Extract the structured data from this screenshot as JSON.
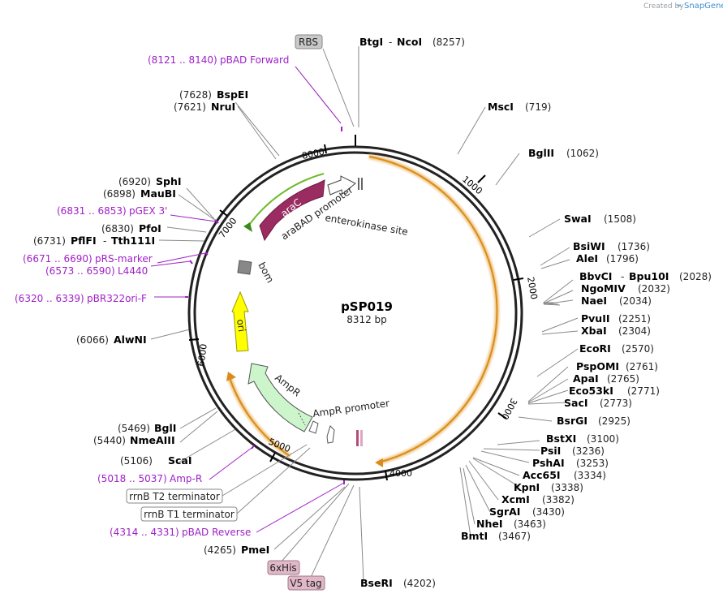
{
  "credit": {
    "created_by": "Created by",
    "brand": "SnapGene"
  },
  "plasmid": {
    "name": "pSP019",
    "size": "8312 bp"
  },
  "ruler": [
    "1000",
    "2000",
    "3000",
    "4000",
    "5000",
    "6000",
    "7000",
    "8000"
  ],
  "sites": {
    "btgi_ncoi": {
      "n1": "BtgI",
      "dash": "-",
      "n2": "NcoI",
      "pos": "(8257)"
    },
    "msci": {
      "name": "MscI",
      "pos": "(719)"
    },
    "bglii": {
      "name": "BglII",
      "pos": "(1062)"
    },
    "swai": {
      "name": "SwaI",
      "pos": "(1508)"
    },
    "bsiwi": {
      "name": "BsiWI",
      "pos": "(1736)"
    },
    "alei": {
      "name": "AleI",
      "pos": "(1796)"
    },
    "bbvci": {
      "n1": "BbvCI",
      "dash": "-",
      "n2": "Bpu10I",
      "pos": "(2028)"
    },
    "ngomiv": {
      "name": "NgoMIV",
      "pos": "(2032)"
    },
    "naei": {
      "name": "NaeI",
      "pos": "(2034)"
    },
    "pvuii": {
      "name": "PvuII",
      "pos": "(2251)"
    },
    "xbai": {
      "name": "XbaI",
      "pos": "(2304)"
    },
    "ecori": {
      "name": "EcoRI",
      "pos": "(2570)"
    },
    "pspomi": {
      "name": "PspOMI",
      "pos": "(2761)"
    },
    "apai": {
      "name": "ApaI",
      "pos": "(2765)"
    },
    "eco53ki": {
      "name": "Eco53kI",
      "pos": "(2771)"
    },
    "saci": {
      "name": "SacI",
      "pos": "(2773)"
    },
    "bsrgi": {
      "name": "BsrGI",
      "pos": "(2925)"
    },
    "bstxi": {
      "name": "BstXI",
      "pos": "(3100)"
    },
    "psii": {
      "name": "PsiI",
      "pos": "(3236)"
    },
    "pshai": {
      "name": "PshAI",
      "pos": "(3253)"
    },
    "acc65i": {
      "name": "Acc65I",
      "pos": "(3334)"
    },
    "kpni": {
      "name": "KpnI",
      "pos": "(3338)"
    },
    "xcmi": {
      "name": "XcmI",
      "pos": "(3382)"
    },
    "sgrai": {
      "name": "SgrAI",
      "pos": "(3430)"
    },
    "nhei": {
      "name": "NheI",
      "pos": "(3463)"
    },
    "bmti": {
      "name": "BmtI",
      "pos": "(3467)"
    },
    "bseri": {
      "name": "BseRI",
      "pos": "(4202)"
    },
    "pmei": {
      "name": "PmeI",
      "pos": "(4265)"
    },
    "scai": {
      "name": "ScaI",
      "pos": "(5106)"
    },
    "nmeaiii": {
      "name": "NmeAIII",
      "pos": "(5440)"
    },
    "bgli": {
      "name": "BglI",
      "pos": "(5469)"
    },
    "alwni": {
      "name": "AlwNI",
      "pos": "(6066)"
    },
    "pflfi": {
      "n1": "PflFI",
      "dash": "-",
      "n2": "Tth111I",
      "pos": "(6731)"
    },
    "pfoi": {
      "name": "PfoI",
      "pos": "(6830)"
    },
    "maubi": {
      "name": "MauBI",
      "pos": "(6898)"
    },
    "sphi": {
      "name": "SphI",
      "pos": "(6920)"
    },
    "nrui": {
      "name": "NruI",
      "pos": "(7621)"
    },
    "bspei": {
      "name": "BspEI",
      "pos": "(7628)"
    }
  },
  "primers": {
    "pbad_forward": {
      "name": "pBAD Forward",
      "range": "(8121 .. 8140)"
    },
    "pgex3": {
      "name": "pGEX 3'",
      "range": "(6831 .. 6853)"
    },
    "prs_marker": {
      "name": "pRS-marker",
      "range": "(6671 .. 6690)"
    },
    "l4440": {
      "name": "L4440",
      "range": "(6573 .. 6590)"
    },
    "pbr322ori": {
      "name": "pBR322ori-F",
      "range": "(6320 .. 6339)"
    },
    "amp_r": {
      "name": "Amp-R",
      "range": "(5018 .. 5037)"
    },
    "pbad_reverse": {
      "name": "pBAD Reverse",
      "range": "(4314 .. 4331)"
    }
  },
  "boxes": {
    "rbs": "RBS",
    "rrnb_t2": "rrnB T2 terminator",
    "rrnb_t1": "rrnB T1 terminator",
    "his6": "6xHis",
    "v5": "V5 tag"
  },
  "features": {
    "arac": "araC",
    "arabad_promoter": "araBAD promoter",
    "enterokinase": "enterokinase site",
    "bom": "bom",
    "ori": "ori",
    "ampr": "AmpR",
    "ampr_promoter": "AmpR promoter"
  },
  "colors": {
    "arac": "#9b2c62",
    "ori": "#ffff00",
    "ampr": "#ccf5cc",
    "primer": "#a020c8",
    "orange_arc": "#d98c1a",
    "rbs_box": "#c8c8c8",
    "tag_box": "#e0b8c8"
  }
}
